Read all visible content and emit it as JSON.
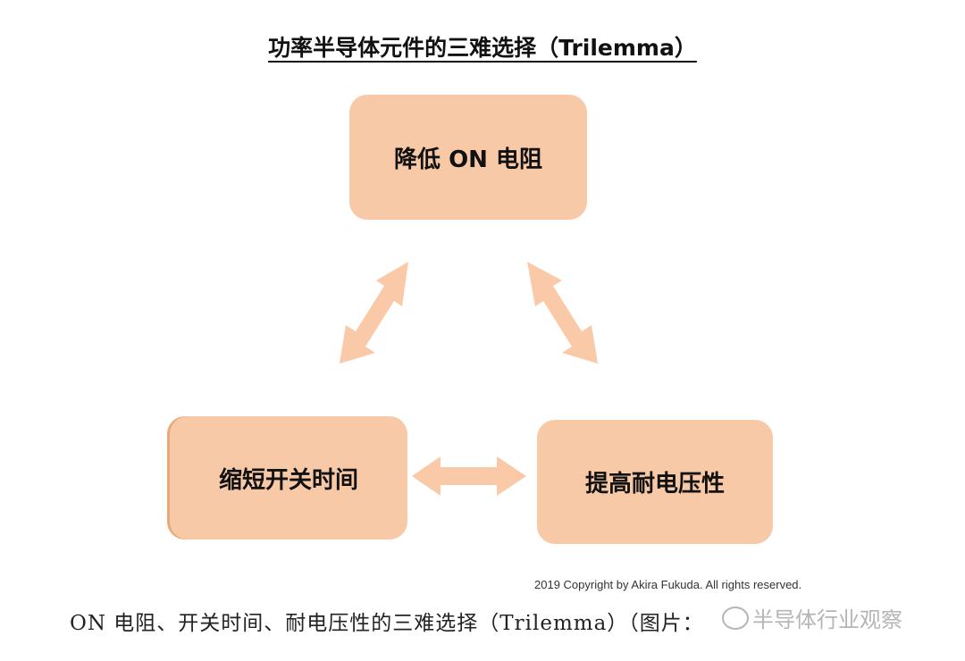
{
  "title": "功率半导体元件的三难选择（Trilemma）",
  "nodes": {
    "top": "降低 ON 电阻",
    "left": "缩短开关时间",
    "right": "提高耐电压性"
  },
  "copyright": "2019 Copyright by Akira Fukuda. All rights reserved.",
  "caption": "ON 电阻、开关时间、耐电压性的三难选择（Trilemma）（图片：",
  "watermark": "半导体行业观察",
  "colors": {
    "box_fill": "#f8c9a6",
    "arrow_fill": "#f9c9a8"
  },
  "icons": {
    "watermark": "chat-bubble-icon"
  }
}
